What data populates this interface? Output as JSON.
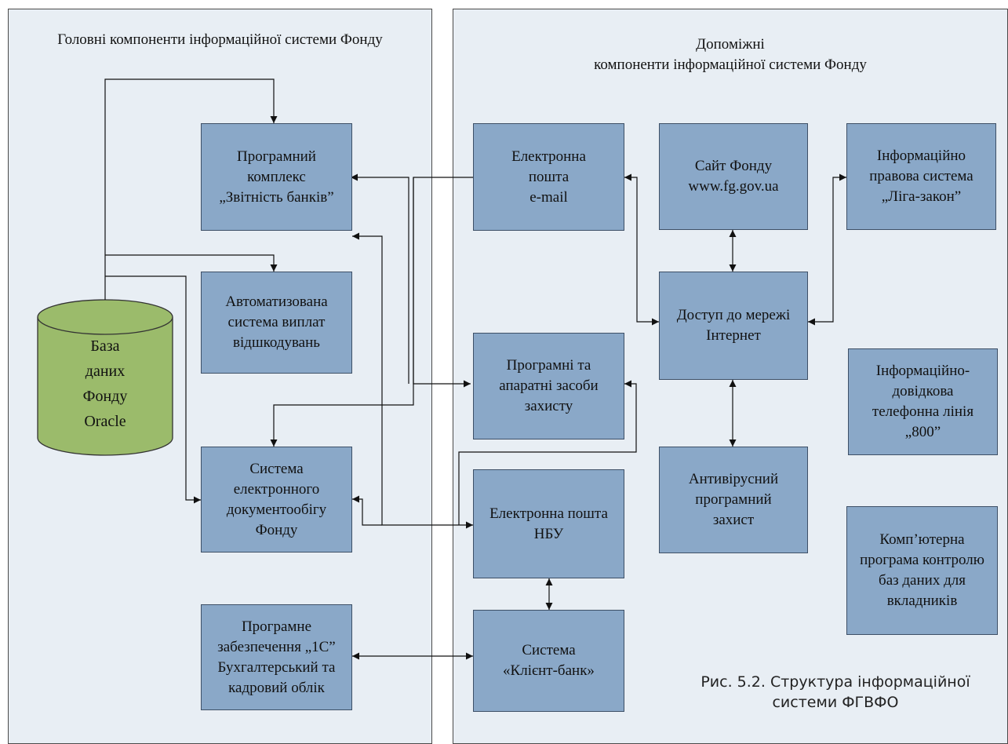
{
  "panels": {
    "main_title": "Головні компоненти інформаційної  системи Фонду",
    "aux_title_line1": "Допоміжні",
    "aux_title_line2": "компоненти інформаційної  системи Фонду"
  },
  "boxes": {
    "reporting": "Програмний\nкомплекс\n„Звітність банків”",
    "payments": "Автоматизована\nсистема виплат\nвідшкодувань",
    "edms": "Система\nелектронного\nдокументообігу\nФонду",
    "software_1c": "Програмне\nзабезпечення „1С”\nБухгалтерський та\nкадровий облік",
    "email": "Електронна\nпошта\ne-mail",
    "site": "Сайт Фонду\nwww.fg.gov.ua",
    "liga": "Інформаційно\nправова система\n„Ліга-закон”",
    "internet": "Доступ до мережі\nІнтернет",
    "protection": "Програмні та\nапаратні засоби\nзахисту",
    "antivirus": "Антивірусний\nпрограмний\nзахист",
    "hotline": "Інформаційно-\nдовідкова\nтелефонна лінія\n„800”",
    "nbu_mail": "Електронна пошта\nНБУ",
    "client_bank": "Система\n«Клієнт-банк»",
    "deposit_control": "Комп’ютерна\nпрограма контролю\nбаз даних для\nвкладників"
  },
  "database": {
    "label": "База\nданих\nФонду\nOracle"
  },
  "caption": {
    "line1": "Рис. 5.2. Структура інформаційної",
    "line2": "системи ФГВФО"
  },
  "colors": {
    "box_fill": "#8aa8c8",
    "panel_fill": "#e8eef4",
    "database_fill": "#9bbb6b"
  }
}
